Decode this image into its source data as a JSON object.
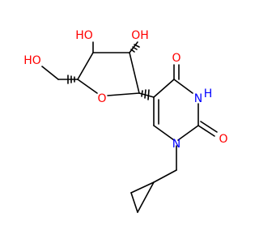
{
  "molecule": {
    "atoms": {
      "oh_top": "HO",
      "oh_right": "OH",
      "oh_left": "HO",
      "ring_o": "O",
      "carbonyl_o_top": "O",
      "carbonyl_o_right": "O",
      "n_h": "N",
      "h_on_n": "H",
      "n_bottom": "N"
    },
    "colors": {
      "bond": "#000000",
      "oxygen": "#ff0000",
      "nitrogen": "#0000ff"
    }
  }
}
